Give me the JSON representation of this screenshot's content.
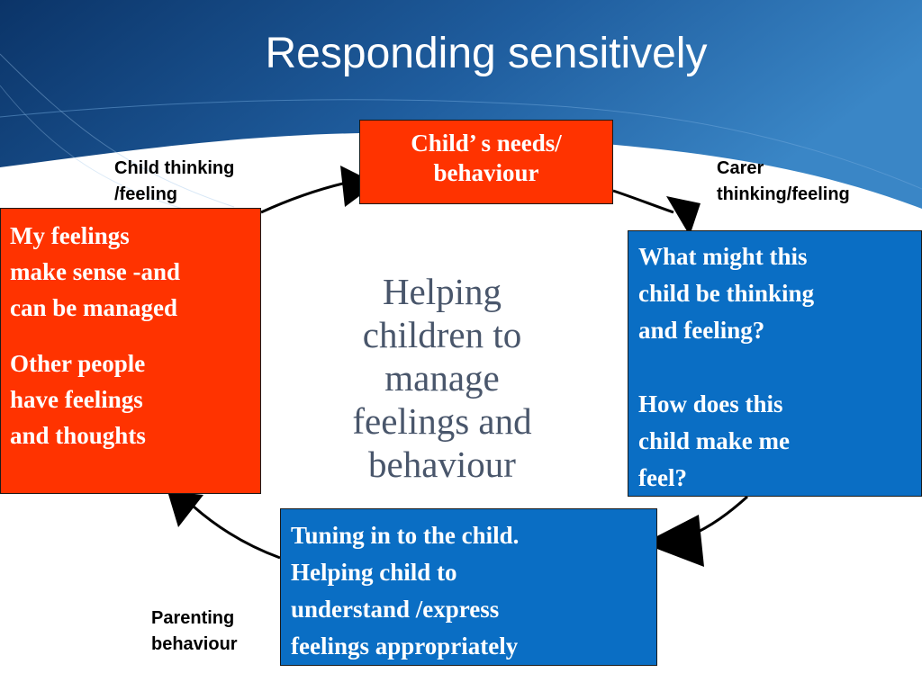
{
  "slide": {
    "title": "Responding sensitively",
    "center_text": [
      "Helping",
      "children to",
      "manage",
      "feelings and",
      "behaviour"
    ]
  },
  "boxes": {
    "needs": {
      "lines": [
        "Child’ s needs/",
        "behaviour"
      ],
      "color": "#ff3300"
    },
    "left": {
      "para1": [
        "My feelings",
        "make sense -and",
        "can be managed"
      ],
      "para2": [
        "Other people",
        "have feelings",
        "and thoughts"
      ],
      "color": "#ff3300"
    },
    "right": {
      "para1": [
        "What might this",
        "child be thinking",
        "and feeling?"
      ],
      "para2": [
        "How does this",
        "child make me",
        "feel?"
      ],
      "color": "#0a6ec4"
    },
    "bottom": {
      "lines": [
        "Tuning in to the child.",
        "Helping child to",
        "understand /express",
        "feelings appropriately"
      ],
      "color": "#0a6ec4"
    }
  },
  "labels": {
    "child": [
      "Child thinking",
      "/feeling"
    ],
    "carer": [
      "Carer",
      "thinking/feeling"
    ],
    "parenting": [
      "Parenting",
      "behaviour"
    ]
  },
  "colors": {
    "header_dark": "#0f3b73",
    "header_light": "#2e75b8",
    "arrow": "#000000"
  }
}
